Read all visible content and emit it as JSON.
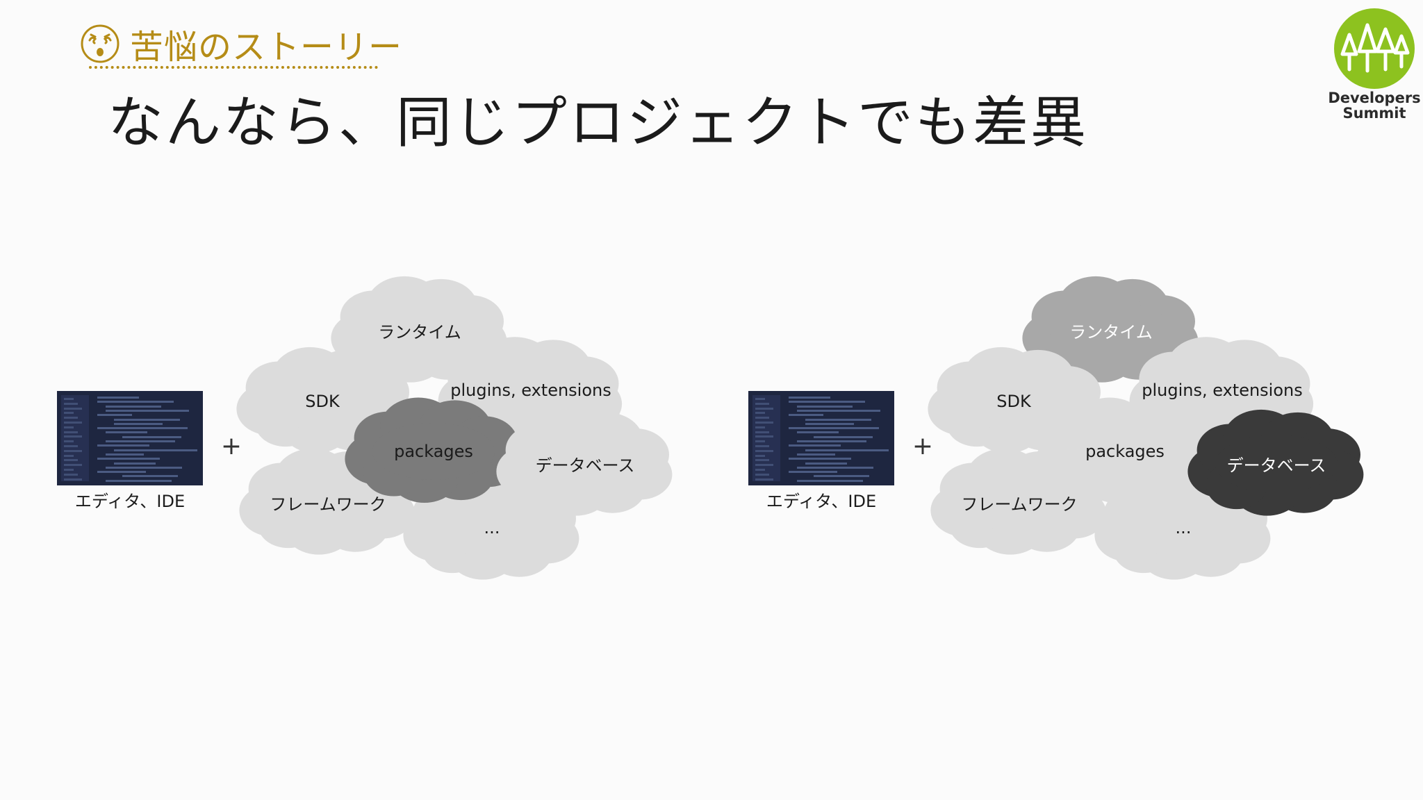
{
  "section": {
    "label": "苦悩のストーリー",
    "icon": "worried-face-icon",
    "accent_color": "#b58c17"
  },
  "title": "なんなら、同じプロジェクトでも差異",
  "logo": {
    "line1": "Developers",
    "line2": "Summit",
    "color": "#8dc21f"
  },
  "left_group": {
    "editor_label": "エディタ、IDE",
    "plus": "+",
    "clouds": {
      "runtime": "ランタイム",
      "sdk": "SDK",
      "plugins": "plugins, extensions",
      "packages": "packages",
      "database": "データベース",
      "framework": "フレームワーク",
      "more": "..."
    },
    "highlighted": [
      "packages"
    ]
  },
  "right_group": {
    "editor_label": "エディタ、IDE",
    "plus": "+",
    "clouds": {
      "runtime": "ランタイム",
      "sdk": "SDK",
      "plugins": "plugins, extensions",
      "packages": "packages",
      "database": "データベース",
      "framework": "フレームワーク",
      "more": "..."
    },
    "highlighted": [
      "runtime",
      "database"
    ]
  },
  "colors": {
    "cloud_default": "#dcdcdc",
    "cloud_medium": "#a8a8a8",
    "cloud_packages_highlight": "#7b7b7b",
    "cloud_dark": "#3a3a3a",
    "editor_bg": "#1e2640"
  }
}
